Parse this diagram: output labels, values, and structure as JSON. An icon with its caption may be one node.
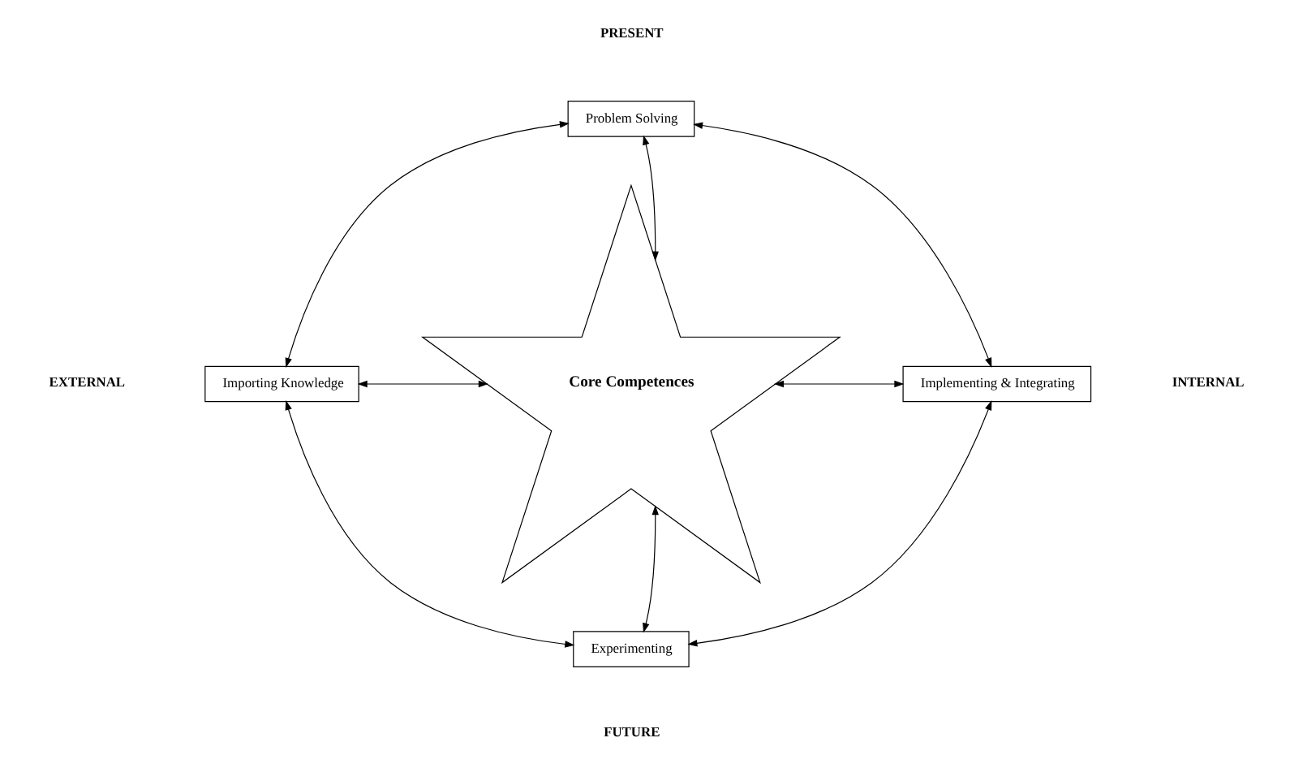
{
  "diagram": {
    "nodes": [
      {
        "text": [
          "Problem Solving"
        ]
      },
      {
        "text": [
          "Importing Knowledge"
        ]
      },
      {
        "text": [
          "Core Competences"
        ]
      },
      {
        "text": [
          "Implementing & Integrating"
        ]
      },
      {
        "text": [
          "Experimenting"
        ]
      }
    ],
    "edges": [
      {
        "from": 0,
        "to": 1,
        "arrow": "both"
      },
      {
        "from": 0,
        "to": 3,
        "arrow": "both"
      },
      {
        "from": 0,
        "to": 2,
        "arrow": "both"
      },
      {
        "from": 1,
        "to": 2,
        "arrow": "both"
      },
      {
        "from": 2,
        "to": 3,
        "arrow": "both"
      },
      {
        "from": 2,
        "to": 4,
        "arrow": "both"
      },
      {
        "from": 1,
        "to": 4,
        "arrow": "both"
      },
      {
        "from": 3,
        "to": 4,
        "arrow": "both"
      }
    ],
    "labels": [
      "PRESENT",
      "EXTERNAL",
      "INTERNAL",
      "FUTURE"
    ]
  }
}
